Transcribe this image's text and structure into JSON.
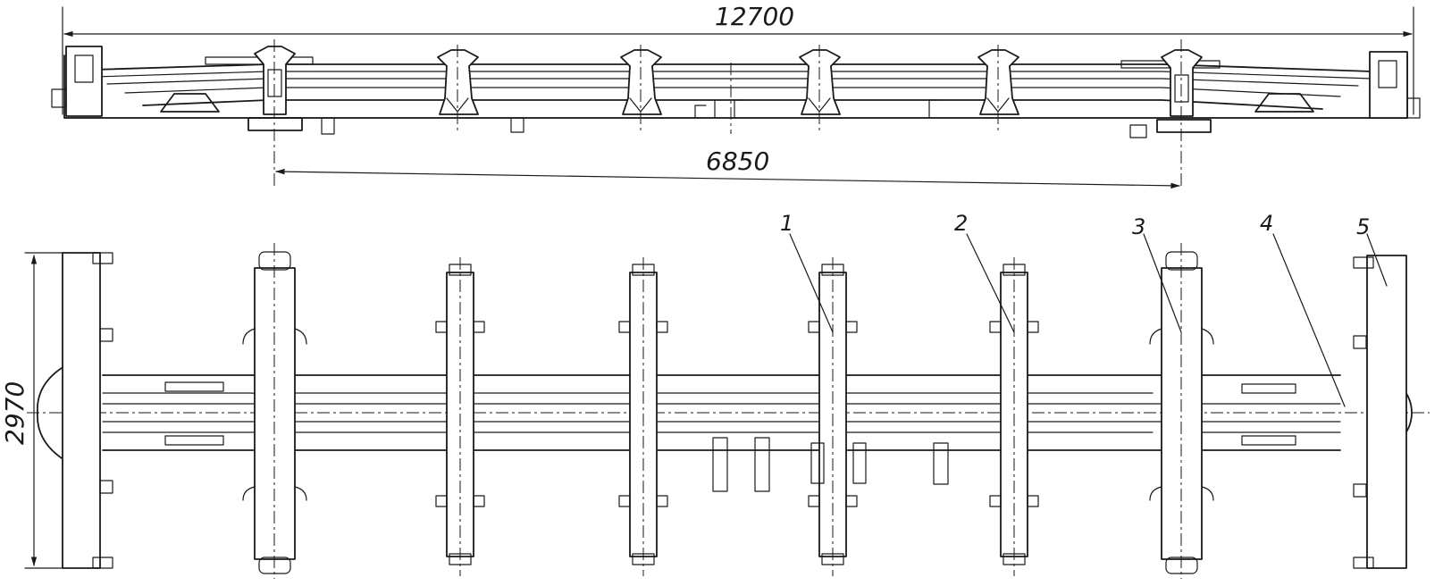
{
  "dimensions": {
    "overall_length": "12700",
    "bolster_spacing": "6850",
    "frame_width": "2970"
  },
  "callouts": [
    "1",
    "2",
    "3",
    "4",
    "5"
  ]
}
